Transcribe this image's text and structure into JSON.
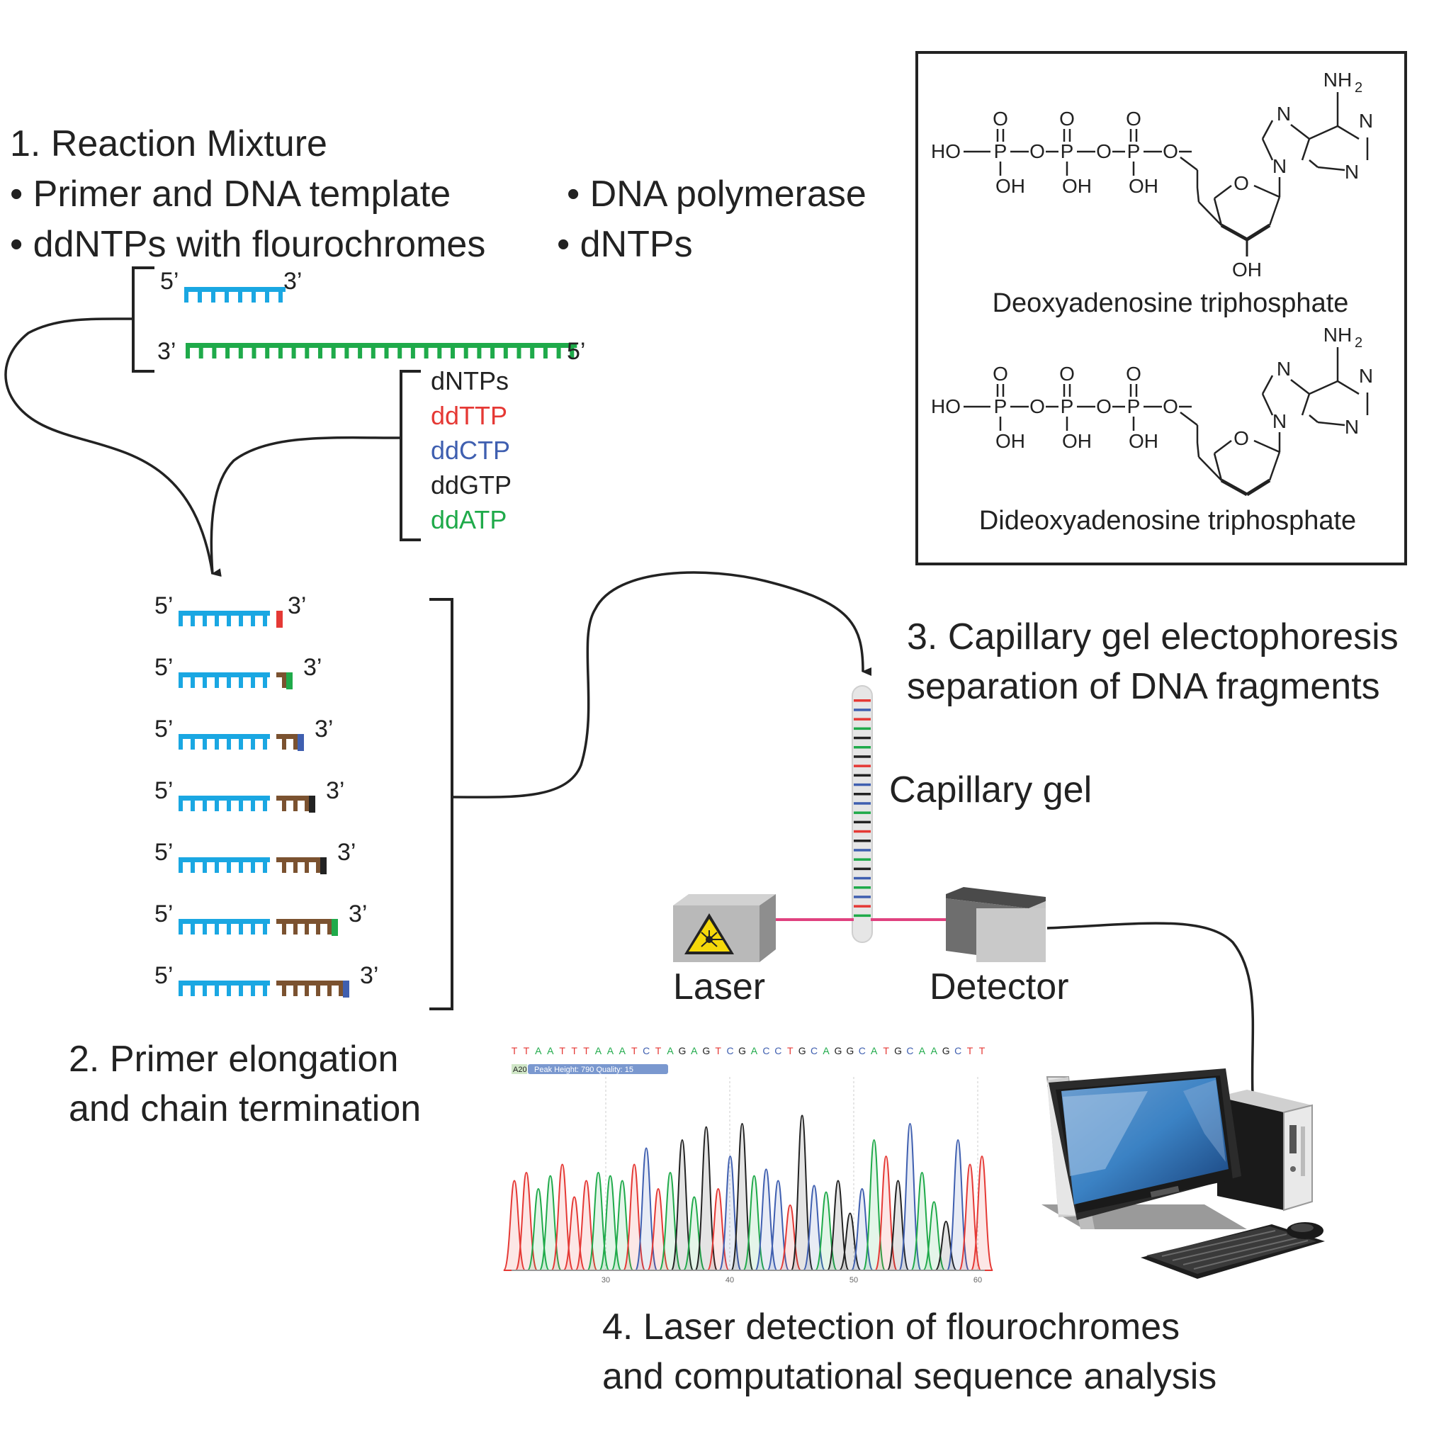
{
  "step1": {
    "title": "1. Reaction Mixture",
    "bullets": [
      "• Primer and DNA template",
      "• DNA polymerase",
      "• ddNTPs with flourochromes",
      "• dNTPs"
    ]
  },
  "primer": {
    "five": "5’",
    "three": "3’"
  },
  "template": {
    "three": "3’",
    "five": "5’"
  },
  "nucleotides": [
    {
      "label": "dNTPs",
      "color": "#222222"
    },
    {
      "label": "ddTTP",
      "color": "#e53935"
    },
    {
      "label": "ddCTP",
      "color": "#3f5fb0"
    },
    {
      "label": "ddGTP",
      "color": "#222222"
    },
    {
      "label": "ddATP",
      "color": "#1faa4a"
    }
  ],
  "molecules": [
    {
      "name": "Deoxyadenosine triphosphate",
      "oh3": "OH"
    },
    {
      "name": "Dideoxyadenosine triphosphate",
      "oh3": ""
    }
  ],
  "chem": {
    "nh2": "NH",
    "sub2": "2",
    "n": "N",
    "o": "O",
    "p": "P",
    "ho": "HO",
    "oh": "OH"
  },
  "fragments": [
    {
      "five": "5’",
      "three": "3’",
      "extension": 0,
      "end_color": "#e53935"
    },
    {
      "five": "5’",
      "three": "3’",
      "extension": 1,
      "end_color": "#1faa4a"
    },
    {
      "five": "5’",
      "three": "3’",
      "extension": 2,
      "end_color": "#3f5fb0"
    },
    {
      "five": "5’",
      "three": "3’",
      "extension": 3,
      "end_color": "#222222"
    },
    {
      "five": "5’",
      "three": "3’",
      "extension": 4,
      "end_color": "#222222"
    },
    {
      "five": "5’",
      "three": "3’",
      "extension": 5,
      "end_color": "#1faa4a"
    },
    {
      "five": "5’",
      "three": "3’",
      "extension": 6,
      "end_color": "#3f5fb0"
    }
  ],
  "step2": {
    "line1": "2. Primer elongation",
    "line2": "and chain termination"
  },
  "step3": {
    "line1": "3. Capillary gel electophoresis",
    "line2": "separation of DNA fragments"
  },
  "capillary_label": "Capillary gel",
  "laser_label": "Laser",
  "detector_label": "Detector",
  "step4": {
    "line1": "4. Laser detection of flourochromes",
    "line2": "and computational sequence analysis"
  },
  "colors": {
    "primer": "#1aa7e2",
    "template": "#1faa4a",
    "extension": "#7b5230",
    "beam": "#e0417f"
  },
  "gel_band_colors": [
    "#e53935",
    "#3f5fb0",
    "#e53935",
    "#1faa4a",
    "#222222",
    "#1faa4a",
    "#222222",
    "#e53935",
    "#222222",
    "#3f5fb0",
    "#222222",
    "#3f5fb0",
    "#1faa4a",
    "#222222",
    "#e53935",
    "#222222",
    "#3f5fb0",
    "#1faa4a",
    "#222222",
    "#3f5fb0",
    "#1faa4a",
    "#3f5fb0",
    "#e53935",
    "#1faa4a"
  ],
  "chromatogram": {
    "sequence": [
      "T",
      "T",
      "A",
      "A",
      "T",
      "T",
      "T",
      "A",
      "A",
      "A",
      "T",
      "C",
      "T",
      "A",
      "G",
      "A",
      "G",
      "T",
      "C",
      "G",
      "A",
      "C",
      "C",
      "T",
      "G",
      "C",
      "A",
      "G",
      "G",
      "C",
      "A",
      "T",
      "G",
      "C",
      "A",
      "A",
      "G",
      "C",
      "T",
      "T"
    ],
    "tag_base": "A20",
    "info": "Peak Height: 790   Quality: 15",
    "ticks": [
      "30",
      "40",
      "50",
      "60"
    ],
    "base_colors": {
      "A": "#1faa4a",
      "C": "#3f5fb0",
      "G": "#222222",
      "T": "#e53935"
    }
  }
}
